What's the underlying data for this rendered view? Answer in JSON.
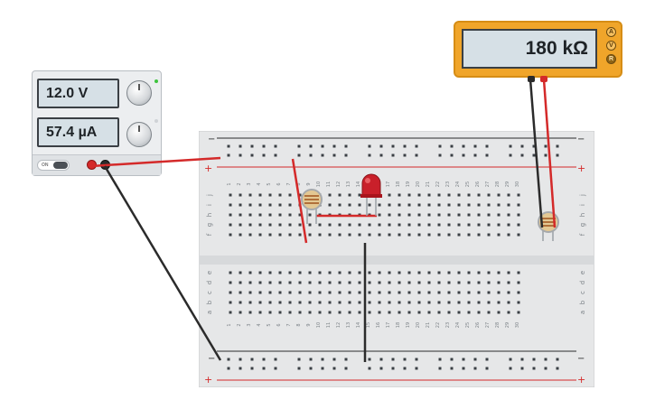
{
  "power_supply": {
    "voltage_display": "12.0 V",
    "current_display": "57.4 µA",
    "switch_label": "ON"
  },
  "multimeter": {
    "display": "180 kΩ",
    "modes": [
      "A",
      "V",
      "R"
    ]
  },
  "breadboard": {
    "rail_minus": "−",
    "rail_plus": "+",
    "top_row_letters": [
      "j",
      "i",
      "h",
      "g",
      "f"
    ],
    "bottom_row_letters": [
      "e",
      "d",
      "c",
      "b",
      "a"
    ],
    "columns": [
      "1",
      "2",
      "3",
      "4",
      "5",
      "6",
      "7",
      "8",
      "9",
      "10",
      "11",
      "12",
      "13",
      "14",
      "15",
      "16",
      "17",
      "18",
      "19",
      "20",
      "21",
      "22",
      "23",
      "24",
      "25",
      "26",
      "27",
      "28",
      "29",
      "30"
    ]
  },
  "colors": {
    "wire_red": "#d42a2a",
    "wire_black": "#2b2b2b",
    "led_red": "#c9202a",
    "meter_body": "#f0a52a"
  }
}
